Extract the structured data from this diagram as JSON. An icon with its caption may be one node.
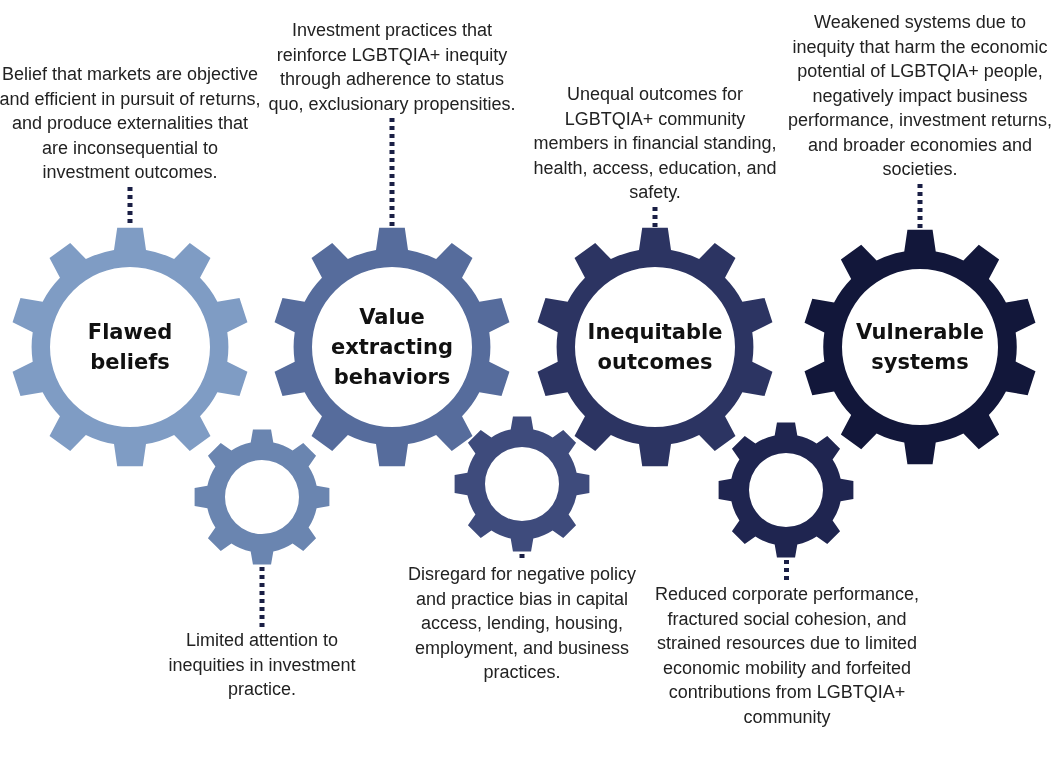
{
  "diagram": {
    "nodes": [
      {
        "text": [
          "Belief that markets are objective and efficient in pursuit of returns, and produce externalities that are inconsequential to investment outcomes."
        ]
      },
      {
        "text": [
          "Flawed beliefs"
        ]
      },
      {
        "text": [
          "Investment practices that reinforce LGBTQIA+ inequity through adherence to status quo, exclusionary propensities."
        ]
      },
      {
        "text": [
          "Value extracting behaviors"
        ]
      },
      {
        "text": [
          "Unequal outcomes for LGBTQIA+ community members in financial standing, health, access, education, and safety."
        ]
      },
      {
        "text": [
          "Inequitable outcomes"
        ]
      },
      {
        "text": [
          "Weakened systems due to inequity that harm the economic potential of LGBTQIA+ people, negatively impact business performance, investment returns, and broader economies and societies."
        ]
      },
      {
        "text": [
          "Vulnerable systems"
        ]
      },
      {
        "text": [],
        "shape": "gear"
      },
      {
        "text": [
          "Limited attention to inequities in investment practice."
        ]
      },
      {
        "text": [],
        "shape": "gear"
      },
      {
        "text": [
          "Disregard for negative policy and practice bias in capital access, lending, housing, employment, and business practices."
        ]
      },
      {
        "text": [],
        "shape": "gear"
      },
      {
        "text": [
          "Reduced corporate performance, fractured social cohesion, and strained resources due to limited economic mobility and forfeited contributions from LGBTQIA+ community"
        ]
      }
    ],
    "edges": [
      {
        "from": 0,
        "to": 1,
        "arrow": "none",
        "style": "dashed"
      },
      {
        "from": 2,
        "to": 3,
        "arrow": "none",
        "style": "dashed"
      },
      {
        "from": 4,
        "to": 5,
        "arrow": "none",
        "style": "dashed"
      },
      {
        "from": 6,
        "to": 7,
        "arrow": "none",
        "style": "dashed"
      },
      {
        "from": 8,
        "to": 9,
        "arrow": "none",
        "style": "dashed"
      },
      {
        "from": 10,
        "to": 11,
        "arrow": "none",
        "style": "dashed"
      },
      {
        "from": 12,
        "to": 13,
        "arrow": "none",
        "style": "dashed"
      }
    ]
  }
}
